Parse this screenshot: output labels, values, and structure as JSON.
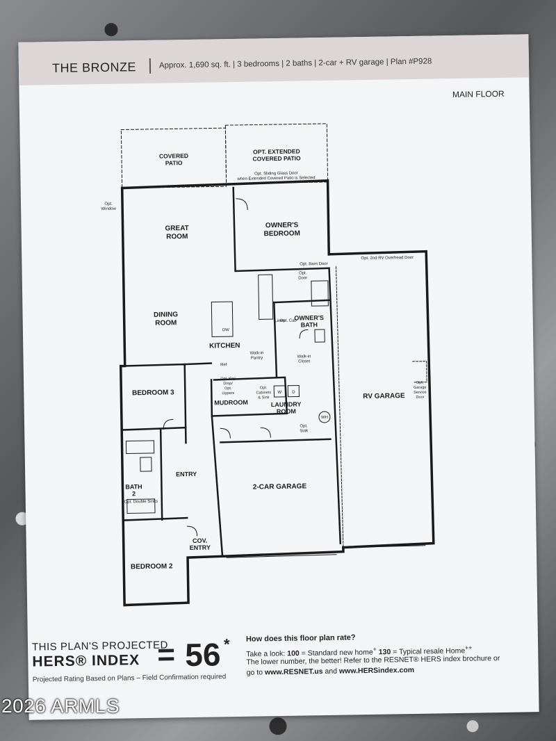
{
  "header": {
    "title": "THE BRONZE",
    "subtitle": "Approx. 1,690 sq. ft. | 3 bedrooms | 2 baths | 2-car + RV garage | Plan #P928",
    "floor": "MAIN FLOOR"
  },
  "rooms": {
    "covered_patio": [
      "COVERED",
      "PATIO"
    ],
    "ext_patio": [
      "OPT. EXTENDED",
      "COVERED PATIO"
    ],
    "sliding_door": [
      "Opt. Sliding Glass Door",
      "when Extended Covered Patio is Selected"
    ],
    "opt_window": [
      "Opt.",
      "Window"
    ],
    "great_room": [
      "GREAT",
      "ROOM"
    ],
    "owners_bedroom": [
      "OWNER'S",
      "BEDROOM"
    ],
    "barn_door": "Opt. Barn Door",
    "opt_door": [
      "Opt.",
      "Door"
    ],
    "rv_overhead": "Opt. 2nd RV Overhead Door",
    "dining_room": [
      "DINING",
      "ROOM"
    ],
    "dw": "DW",
    "linen": "Linen",
    "opt_cab": "Opt. Cab",
    "owners_bath": [
      "OWNER'S",
      "BATH"
    ],
    "kitchen": "KITCHEN",
    "walkin_pantry": [
      "Walk-in",
      "Pantry"
    ],
    "walkin_closet": [
      "Walk-in",
      "Closet"
    ],
    "ref": "Ref",
    "key_drop": [
      "Opt. Key",
      "Drop/",
      "Opt.",
      "Uppers"
    ],
    "cabinets_sink": [
      "Opt.",
      "Cabinets",
      "& Sink"
    ],
    "washer": "W",
    "dryer": "D",
    "bedroom3": "BEDROOM 3",
    "mudroom": "MUDROOM",
    "laundry": [
      "LAUNDRY",
      "ROOM"
    ],
    "wh": "WH",
    "opt_sink": [
      "Opt.",
      "Sink"
    ],
    "rv_garage": "RV GARAGE",
    "garage_service": [
      "Opt.",
      "Garage",
      "Service",
      "Door"
    ],
    "entry": "ENTRY",
    "bath2": [
      "BATH",
      "2"
    ],
    "double_sinks": "Opt. Double Sinks",
    "two_car": "2-CAR GARAGE",
    "cov_entry": [
      "COV.",
      "ENTRY"
    ],
    "bedroom2": "BEDROOM 2"
  },
  "hers": {
    "line1": "THIS PLAN'S PROJECTED",
    "line2": "HERS® INDEX",
    "equals": "=",
    "value": "56",
    "star": "*",
    "note": "Projected Rating Based on Plans – Field Confirmation required"
  },
  "rating": {
    "question": "How does this floor plan rate?",
    "l1a": "Take a look: ",
    "l1b": "100",
    "l1c": " = Standard new home",
    "l1d": "+",
    "l1e": "130",
    "l1f": " = Typical resale Home",
    "l1g": "++",
    "l2": "The lower number, the better! Refer to the RESNET® HERS index brochure or",
    "l3a": "go to ",
    "l3b": "www.RESNET.us",
    "l3c": " and ",
    "l3d": "www.HERSindex.com"
  },
  "watermark": "2026 ARMLS",
  "colors": {
    "wall": "#1a1a1a",
    "paper": "#f4f5f7",
    "header": "#ddd6d6"
  }
}
